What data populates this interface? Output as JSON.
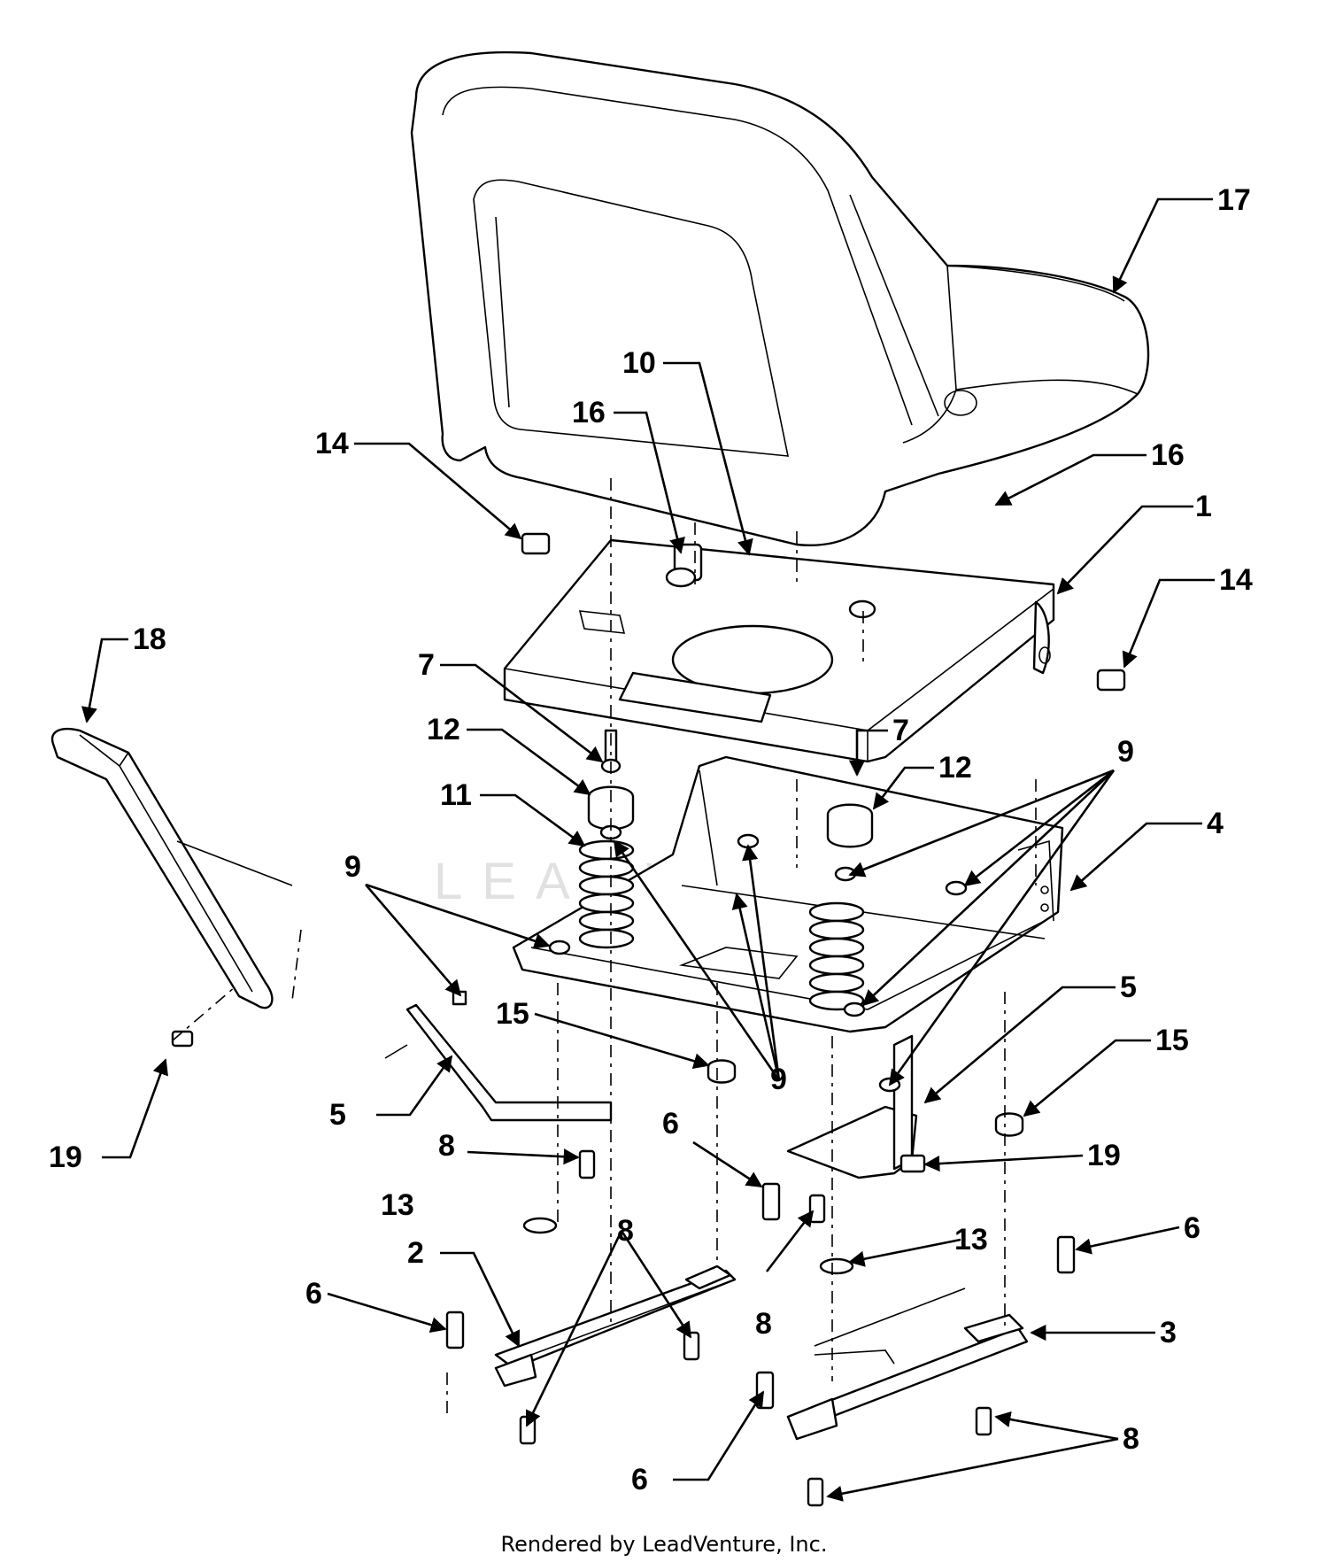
{
  "diagram": {
    "callouts": {
      "c17": "17",
      "c10": "10",
      "c16a": "16",
      "c16b": "16",
      "c14a": "14",
      "c14b": "14",
      "c1": "1",
      "c18": "18",
      "c7a": "7",
      "c7b": "7",
      "c12a": "12",
      "c12b": "12",
      "c9a": "9",
      "c9b": "9",
      "c9c": "9",
      "c11": "11",
      "c4": "4",
      "c5a": "5",
      "c5b": "5",
      "c15a": "15",
      "c15b": "15",
      "c19a": "19",
      "c19b": "19",
      "c6a": "6",
      "c6b": "6",
      "c6c": "6",
      "c6d": "6",
      "c8a": "8",
      "c8b": "8",
      "c8c": "8",
      "c8d": "8",
      "c13a": "13",
      "c13b": "13",
      "c2": "2",
      "c3": "3"
    },
    "watermark": "LEADVENTURE",
    "footer": "Rendered by LeadVenture, Inc."
  }
}
